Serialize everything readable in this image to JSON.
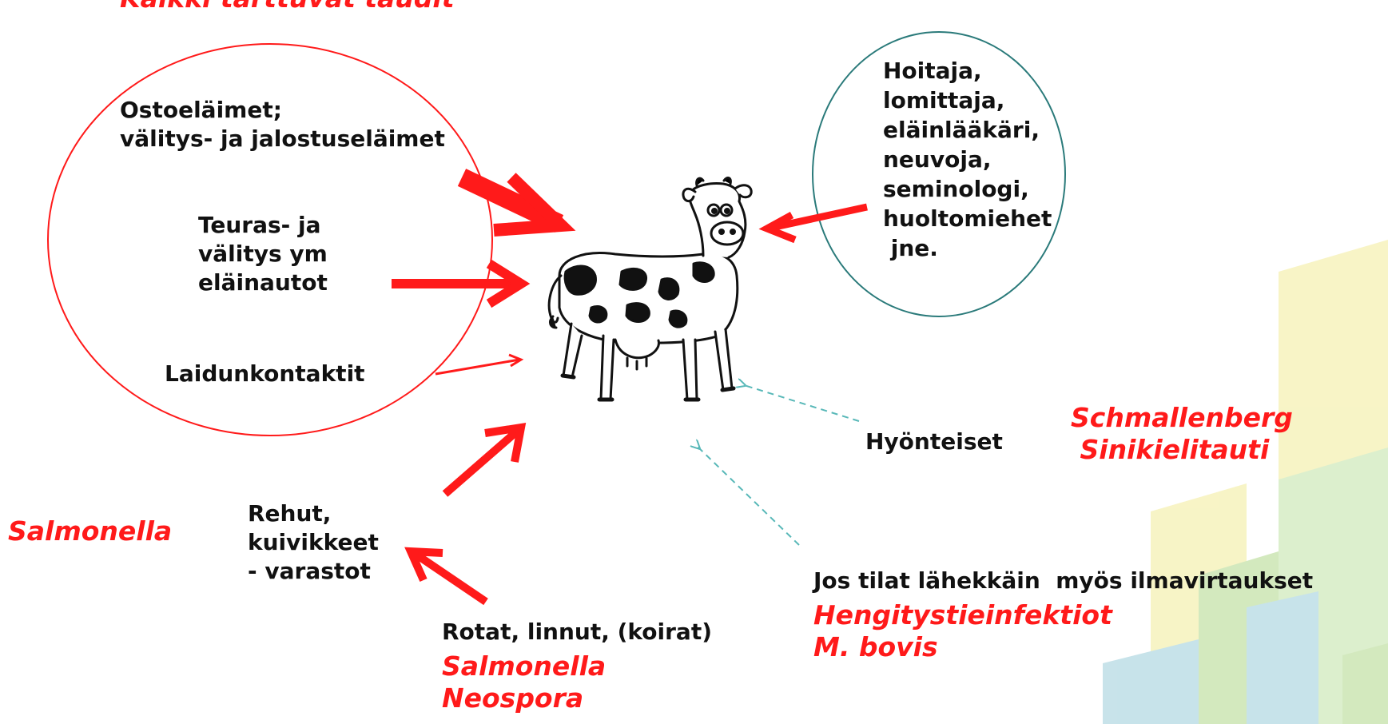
{
  "title": "Kaikki tarttuvat taudit",
  "colors": {
    "accent_red": "#ff1a1a",
    "teal": "#2a7a7a",
    "teal_dashed": "#58b8b8",
    "bg_yellow": "#f7f3c0",
    "bg_green": "#cfe7b8",
    "bg_blue": "#c2e0e8"
  },
  "left_circle": {
    "buy_animals": [
      "Ostoeläimet;",
      "välitys- ja jalostuseläimet"
    ],
    "vehicles": [
      "Teuras- ja",
      "välitys ym",
      "eläinautot"
    ],
    "pasture": "Laidunkontaktit"
  },
  "right_circle": {
    "people": [
      "Hoitaja,",
      "lomittaja,",
      "eläinlääkäri,",
      "neuvoja,",
      "seminologi,",
      "huoltomiehet",
      " jne."
    ]
  },
  "feed": {
    "pathogen": "Salmonella",
    "lines": [
      "Rehut,",
      "kuivikkeet",
      "- varastot"
    ]
  },
  "rodents": {
    "label": "Rotat, linnut, (koirat)",
    "pathogens": [
      "Salmonella",
      "Neospora"
    ]
  },
  "insects": {
    "label": "Hyönteiset",
    "pathogens": [
      "Schmallenberg",
      " Sinikielitauti"
    ]
  },
  "airflow": {
    "label": "Jos tilat lähekkäin  myös ilmavirtaukset",
    "pathogens": [
      "Hengitystieinfektiot",
      "M. bovis"
    ]
  },
  "cow": {
    "icon": "cow-icon"
  }
}
